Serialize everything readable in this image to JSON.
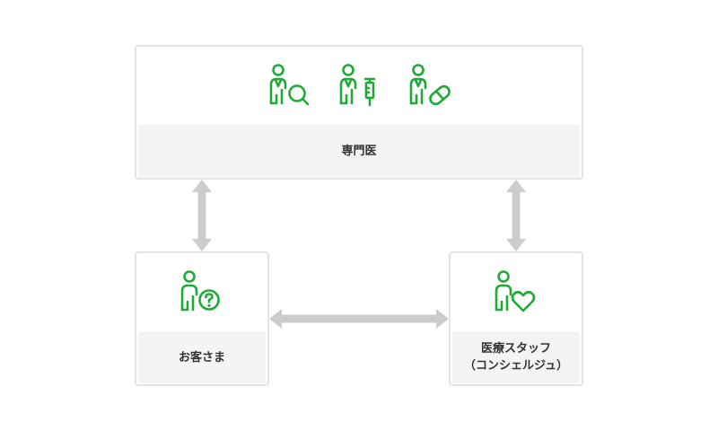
{
  "specialist": {
    "label": "専門医",
    "icons": [
      "doctor-magnifier-icon",
      "doctor-syringe-icon",
      "doctor-pill-icon"
    ]
  },
  "customer": {
    "label": "お客さま",
    "icons": [
      "person-question-icon"
    ]
  },
  "staff": {
    "label_line1": "医療スタッフ",
    "label_line2": "（コンシェルジュ）",
    "icons": [
      "person-heart-icon"
    ]
  },
  "colors": {
    "icon_green": "#1daa35",
    "arrow_gray": "#cccccc",
    "border": "#e3e3e3",
    "label_bg": "#f4f4f4"
  }
}
